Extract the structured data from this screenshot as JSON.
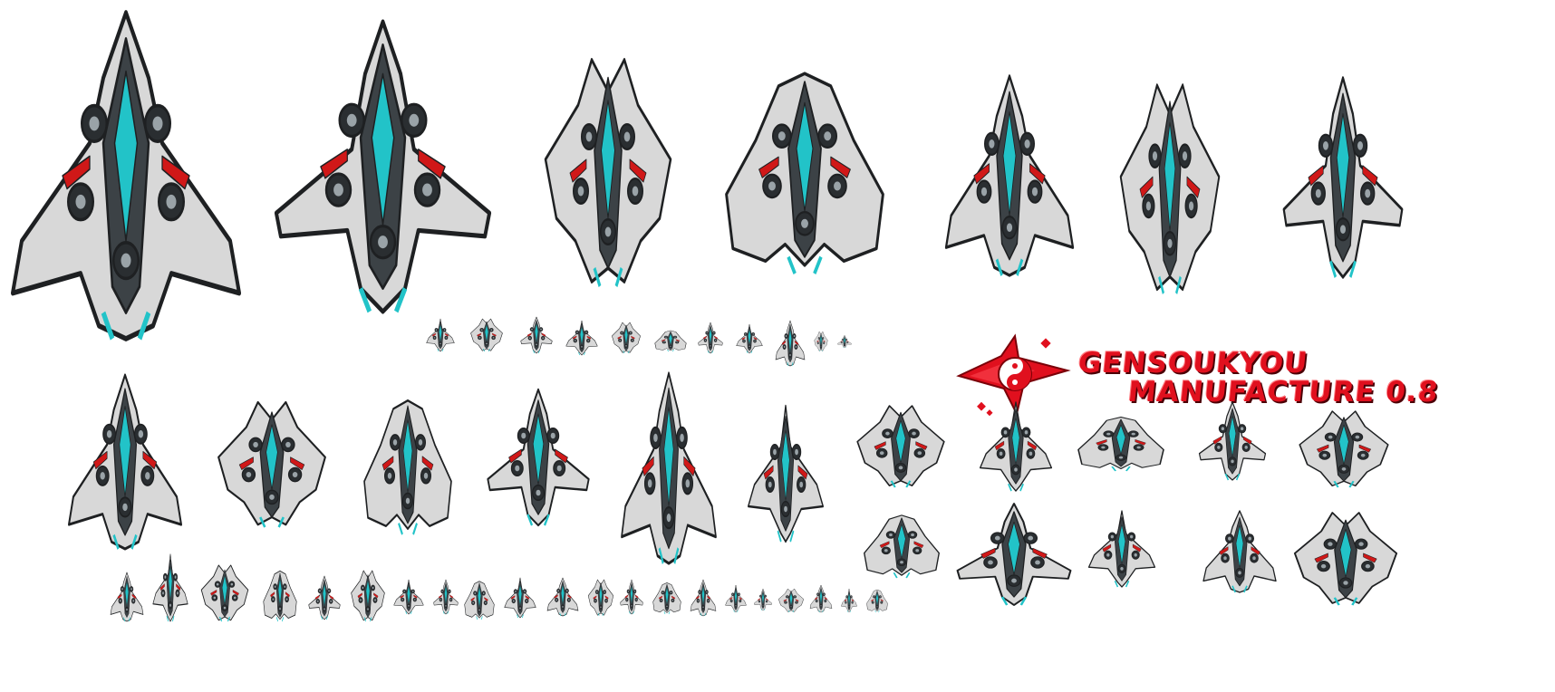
{
  "logo": {
    "line1": "GENSOUKYOU",
    "line2": "MANUFACTURE 0.8",
    "brand_color": "#e0101e"
  },
  "palette": {
    "hull": "#d8d8d8",
    "hull_dark": "#3c4246",
    "outline": "#1e2022",
    "accent_red": "#d01818",
    "accent_cyan": "#22c3c8"
  },
  "sprite_rows": [
    {
      "name": "large-capital-ships",
      "count": 7
    },
    {
      "name": "small-fighters-row",
      "count": 11
    },
    {
      "name": "medium-ships-row",
      "count": 11
    },
    {
      "name": "medium-ships-lower-row",
      "count": 5
    },
    {
      "name": "tiny-fighters-row",
      "count": 21
    }
  ]
}
